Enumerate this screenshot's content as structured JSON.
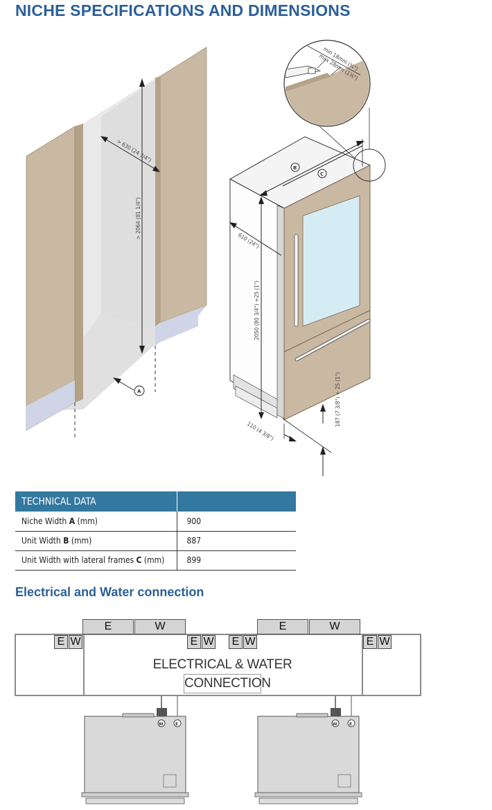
{
  "page": {
    "title": "NICHE SPECIFICATIONS AND DIMENSIONS"
  },
  "diagram": {
    "niche_depth": "> 630 (24 3/4\")",
    "niche_height": "> 2064 (81 1/4\")",
    "label_a": "A",
    "label_b": "B",
    "label_c": "C",
    "unit_depth": "610 (24\")",
    "unit_height": "2050 (80 3/4\") +25 (1\")",
    "toe_kick": "187 (7 3/8\") + 25 (1\")",
    "toe_depth": "110 (4 3/8\")",
    "detail_min": "min 18mm (¾\")",
    "detail_max": "max 28mm (1⅛\")"
  },
  "tech_table": {
    "header": "TECHNICAL DATA",
    "rows": [
      {
        "pre": "Niche Width ",
        "bold": "A",
        "post": " (mm)",
        "value": "900"
      },
      {
        "pre": "Unit Width ",
        "bold": "B",
        "post": " (mm)",
        "value": "887"
      },
      {
        "pre": "Unit Width with lateral frames ",
        "bold": "C",
        "post": " (mm)",
        "value": "899"
      }
    ]
  },
  "connection": {
    "title": "Electrical and Water connection",
    "e": "E",
    "w": "W",
    "label_line1": "ELECTRICAL & WATER",
    "label_line2": "CONNECTION",
    "socket_w": "W",
    "socket_e": "E"
  },
  "colors": {
    "title_blue": "#2b5f9a",
    "table_header": "#33789e",
    "panel_wood": "#c9b8a2",
    "glass": "#d6ecf5",
    "kick_blue": "#cfd5e6"
  }
}
